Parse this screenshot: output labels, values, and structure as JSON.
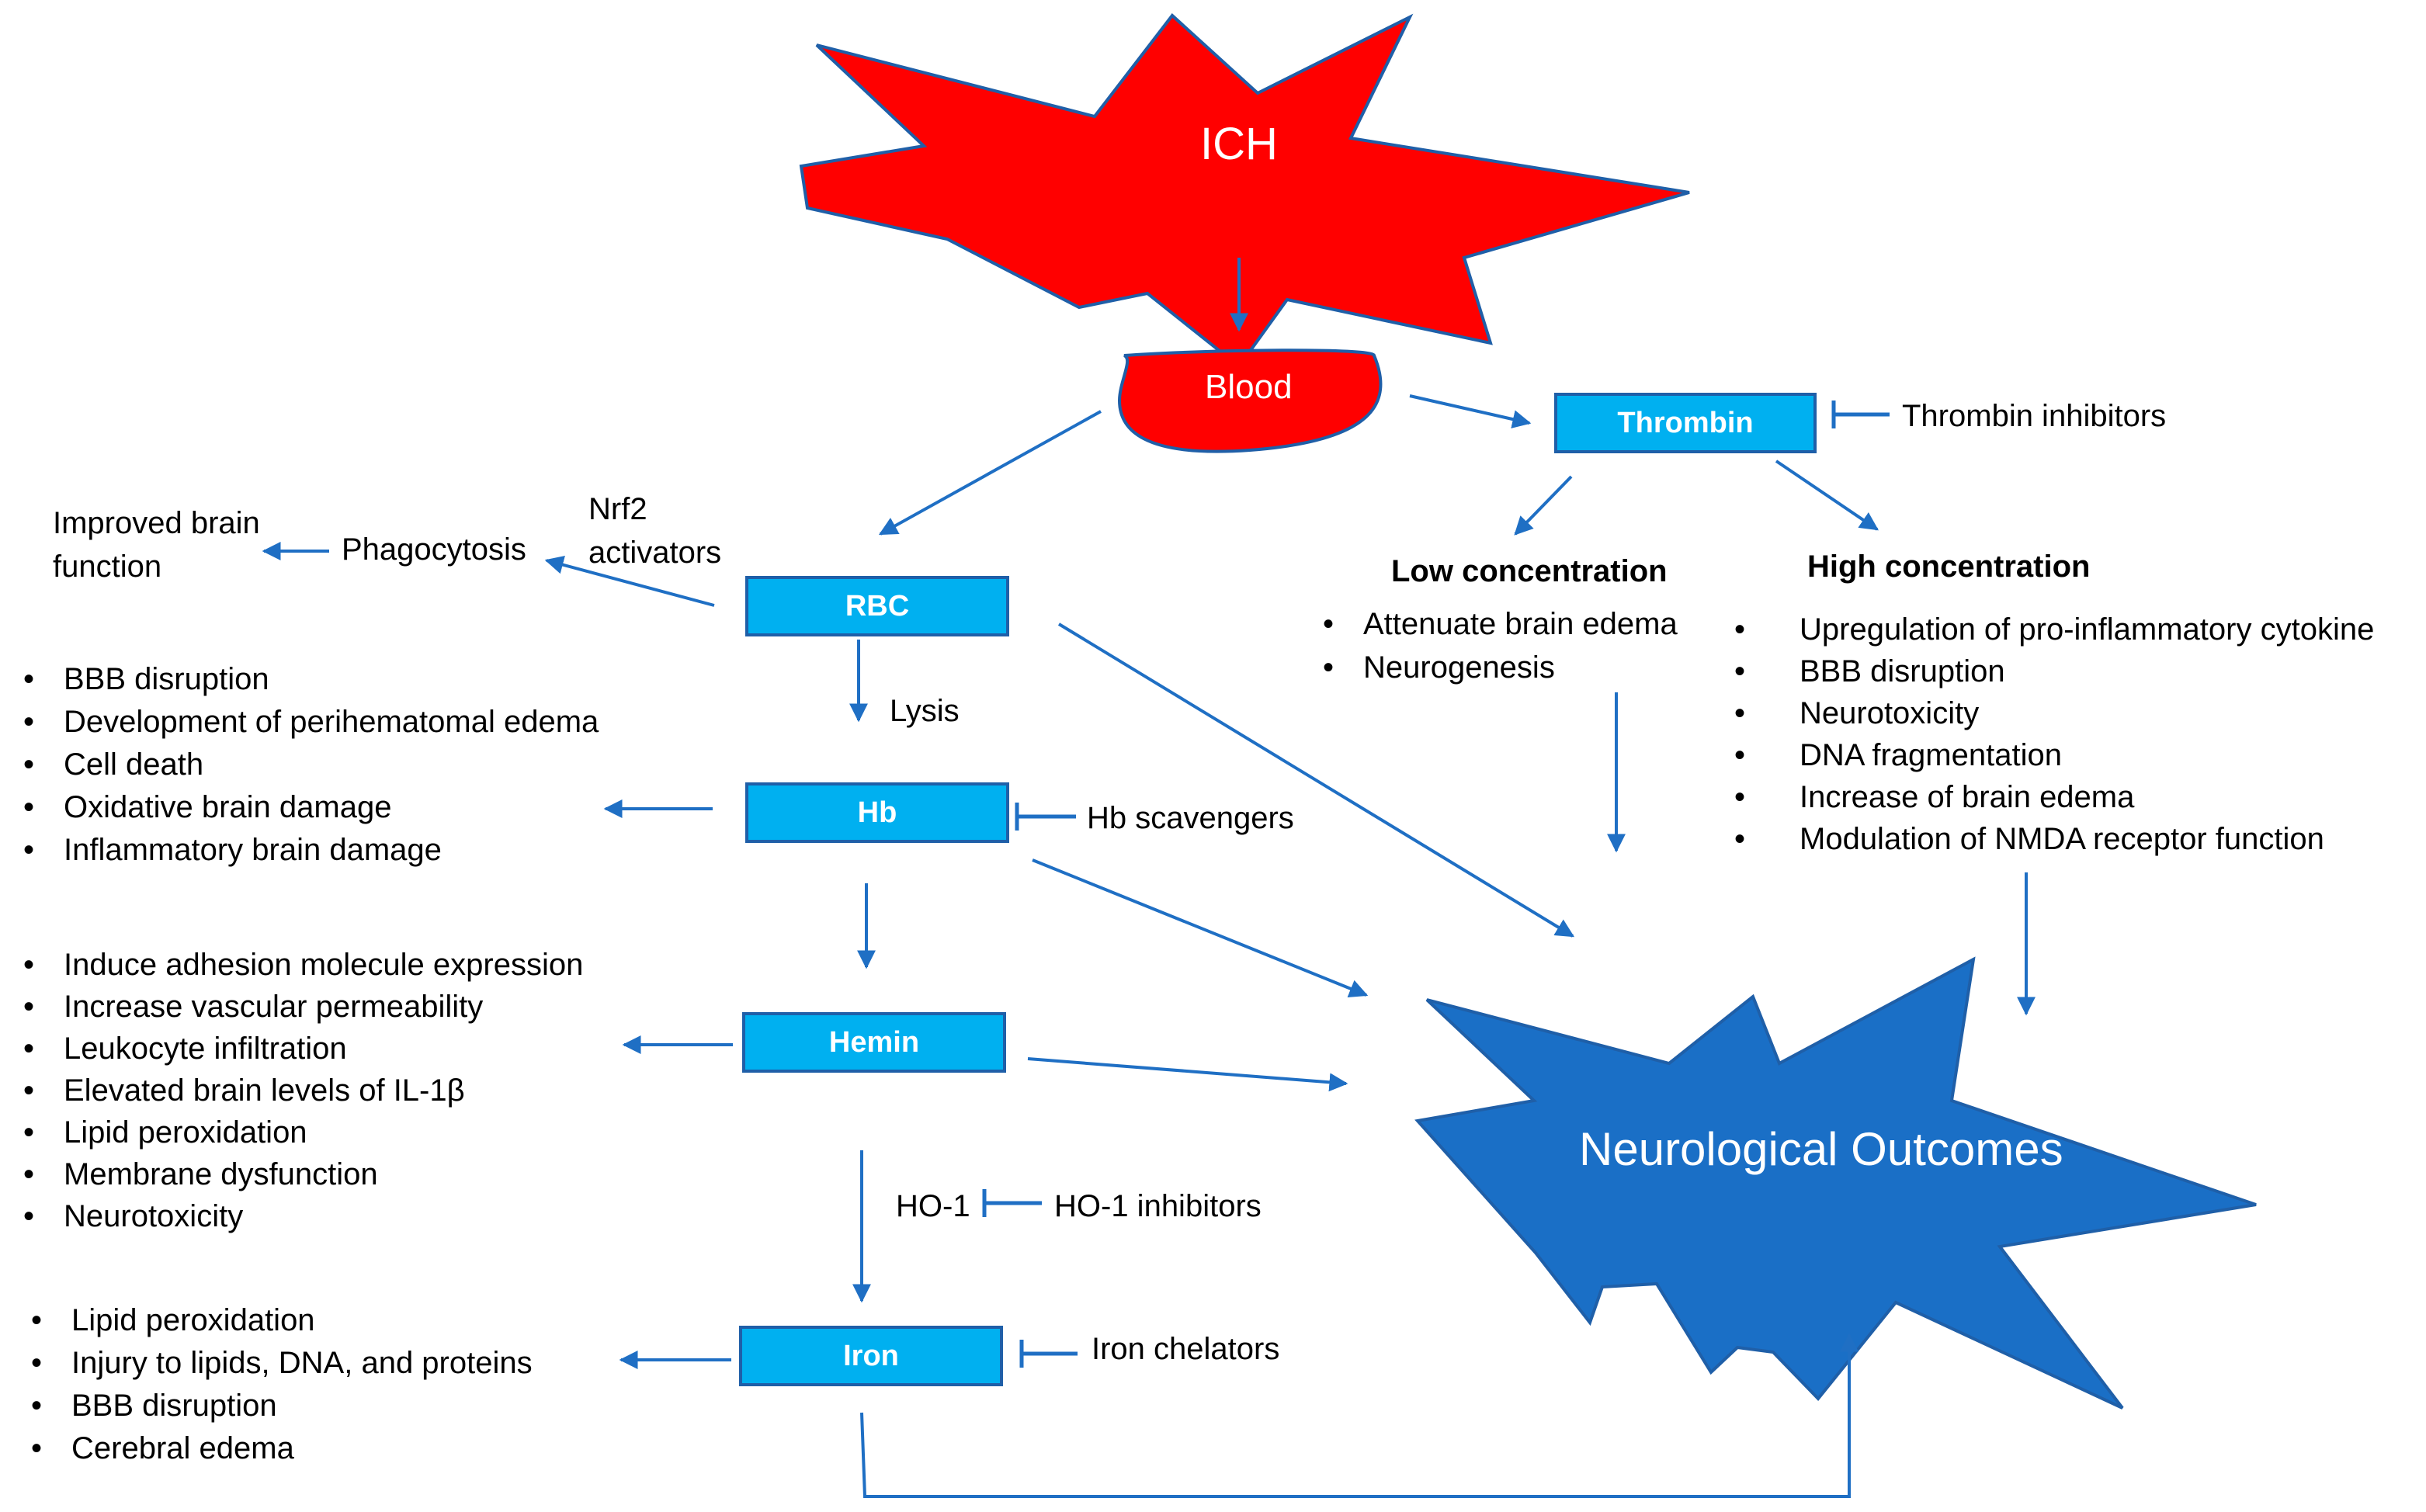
{
  "ich": "ICH",
  "blood": "Blood",
  "outcomes": "Neurological Outcomes",
  "boxes": {
    "rbc": "RBC",
    "hb": "Hb",
    "hemin": "Hemin",
    "iron": "Iron",
    "thrombin": "Thrombin"
  },
  "labels": {
    "thrombin_inhibitors": "Thrombin inhibitors",
    "nrf2_activators": [
      "Nrf2",
      "activators"
    ],
    "phagocytosis": "Phagocytosis",
    "improved": [
      "Improved brain",
      "function"
    ],
    "lysis": "Lysis",
    "hb_scavengers": "Hb scavengers",
    "ho1": "HO-1",
    "ho1_inhibitors": "HO-1 inhibitors",
    "iron_chelators": "Iron chelators"
  },
  "low_concentration": {
    "title": "Low concentration",
    "items": [
      "Attenuate brain edema",
      "Neurogenesis"
    ]
  },
  "high_concentration": {
    "title": "High concentration",
    "items": [
      "Upregulation of pro-inflammatory cytokine",
      "BBB disruption",
      "Neurotoxicity",
      "DNA fragmentation",
      "Increase of brain edema",
      "Modulation of NMDA receptor function"
    ]
  },
  "rbc_effects": [
    "BBB disruption",
    "Development of perihematomal edema",
    "Cell death",
    "Oxidative brain damage",
    "Inflammatory brain damage"
  ],
  "hemin_effects": [
    "Induce adhesion molecule expression",
    "Increase vascular permeability",
    "Leukocyte infiltration",
    "Elevated brain levels of IL-1β",
    "Lipid peroxidation",
    "Membrane dysfunction",
    "Neurotoxicity"
  ],
  "iron_effects": [
    "Lipid peroxidation",
    "Injury to lipids, DNA, and proteins",
    "BBB disruption",
    "Cerebral edema"
  ],
  "colors": {
    "ich_fill": "#ff0000",
    "outline": "#1f5fa8",
    "box_fill": "#00b0f0",
    "outcome_fill": "#1a6fc6",
    "arrow": "#1f6fc4"
  }
}
